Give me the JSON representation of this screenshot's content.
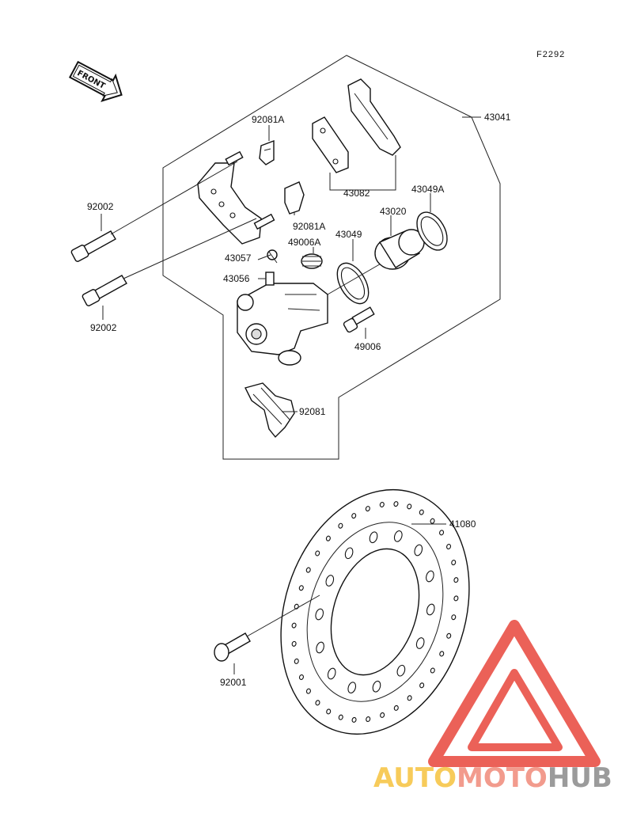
{
  "figure_code": "F2292",
  "front_arrow_text": "FRONT",
  "labels": {
    "l43041": "43041",
    "l92081A_top": "92081A",
    "l43082": "43082",
    "l43049A": "43049A",
    "l43020": "43020",
    "l92081A_mid": "92081A",
    "l49006A": "49006A",
    "l43049": "43049",
    "l43057": "43057",
    "l43056": "43056",
    "l92002_top": "92002",
    "l92002_bottom": "92002",
    "l49006": "49006",
    "l92081": "92081",
    "l41080": "41080",
    "l92001": "92001"
  },
  "watermark": {
    "part1": "AUTO",
    "part2": "MOTO",
    "part3": "HUB",
    "colors": {
      "auto": "#f6c23e",
      "moto": "#f08a7a",
      "hub": "#8a8a8a",
      "triangle": "#e8463c"
    }
  }
}
